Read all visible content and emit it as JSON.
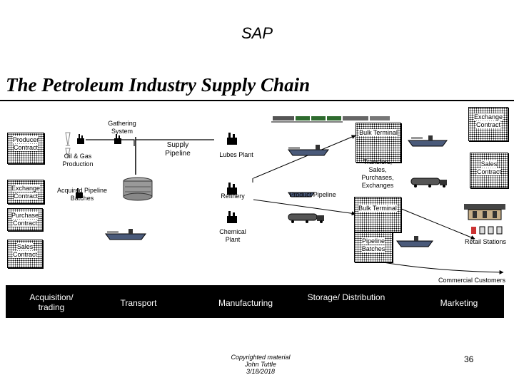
{
  "brand": "SAP",
  "title": "The Petroleum Industry Supply Chain",
  "nodes": {
    "producer_contract": "Producer Contract",
    "exchange_contract_left": "Exchange Contract",
    "purchase_contract": "Purchase Contract",
    "sales_contract_left": "Sales Contract",
    "gathering_system": "Gathering System",
    "oil_gas_production": "Oil & Gas Production",
    "acquired_pipeline_batches": "Acquired Pipeline Batches",
    "supply_pipeline": "Supply Pipeline",
    "lubes_plant": "Lubes Plant",
    "refinery": "Refinery",
    "chemical_plant": "Chemical Plant",
    "product_pipeline": "Product Pipeline",
    "bulk_terminal_top": "Bulk Terminal",
    "transfers": "Transfers, Sales, Purchases, Exchanges",
    "bulk_terminal_bottom": "Bulk Terminal",
    "pipeline_batches": "Pipeline Batches",
    "exchange_contract_right": "Exchange Contract",
    "sales_contract_right": "Sales Contract",
    "retail_stations": "Retail Stations",
    "commercial_customers": "Commercial Customers"
  },
  "stages": [
    "Acquisition/ trading",
    "Transport",
    "Manufacturing",
    "Storage/ Distribution",
    "Marketing"
  ],
  "footer": {
    "line1": "Copyrighted material",
    "line2": "John Tuttle",
    "line3": "3/18/2018"
  },
  "page_number": "36"
}
